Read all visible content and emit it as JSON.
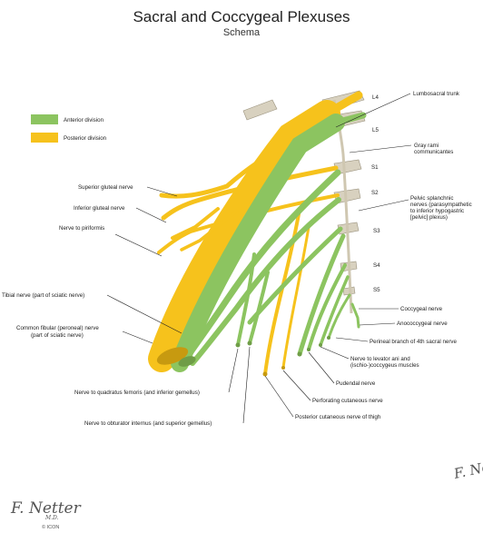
{
  "title": "Sacral and Coccygeal Plexuses",
  "subtitle": "Schema",
  "legend": [
    {
      "label": "Anterior division",
      "color": "#8cc460"
    },
    {
      "label": "Posterior division",
      "color": "#f6c21c"
    }
  ],
  "colors": {
    "anterior": "#8cc460",
    "posterior": "#f6c21c",
    "bone": "#d8d1bf"
  },
  "roots": {
    "l4": "L4",
    "l5": "L5",
    "s1": "S1",
    "s2": "S2",
    "s3": "S3",
    "s4": "S4",
    "s5": "S5"
  },
  "labels": {
    "lumbosacral_trunk": "Lumbosacral trunk",
    "gray_rami_1": "Gray rami",
    "gray_rami_2": "communicantes",
    "pelvic_1": "Pelvic splanchnic",
    "pelvic_2": "nerves (parasympathetic",
    "pelvic_3": "to inferior hypogastric",
    "pelvic_4": "[pelvic] plexus)",
    "superior_gluteal": "Superior gluteal nerve",
    "inferior_gluteal": "Inferior gluteal nerve",
    "piriformis": "Nerve to piriformis",
    "tibial": "Tibial nerve (part of sciatic nerve)",
    "fibular_1": "Common fibular (peroneal) nerve",
    "fibular_2": "(part of sciatic nerve)",
    "coccygeal": "Coccygeal nerve",
    "anococcygeal": "Anococcygeal nerve",
    "perineal_branch": "Perineal branch of 4th sacral nerve",
    "levator_1": "Nerve to levator ani and",
    "levator_2": "(ischio-)coccygeus muscles",
    "pudendal": "Pudendal nerve",
    "perforating": "Perforating cutaneous nerve",
    "posterior_cutaneous": "Posterior cutaneous nerve of thigh",
    "quadratus": "Nerve to quadratus femoris (and inferior gemellus)",
    "obturator": "Nerve to obturator internus (and superior gemellus)"
  },
  "signature": {
    "name": "F. Netter",
    "suffix": "M.D.",
    "mark": "© ICON"
  }
}
